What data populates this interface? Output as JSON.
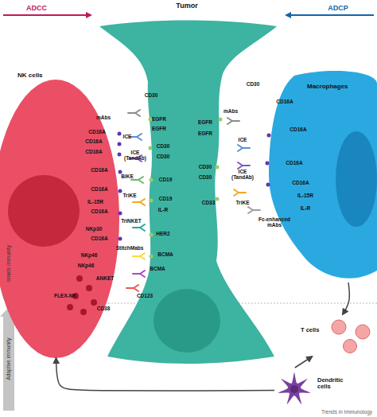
{
  "diagram": {
    "nodes": [
      {
        "text": [
          "Tumor"
        ]
      },
      {
        "text": [
          "NK cells"
        ]
      },
      {
        "text": [
          "Macrophages"
        ]
      },
      {
        "text": [
          "T cells"
        ]
      },
      {
        "text": [
          "Dendritic cells"
        ]
      }
    ],
    "edges": [
      {
        "from": 2,
        "to": 3,
        "arrow": "to"
      },
      {
        "from": 4,
        "to": 3,
        "arrow": "to"
      },
      {
        "from": 4,
        "to": 1,
        "arrow": "to"
      }
    ],
    "labels": [
      "ADCC",
      "ADCP",
      "CD30",
      "mAbs",
      "EGFR",
      "EGFR",
      "CD16A",
      "ICE",
      "CD16A",
      "CD30",
      "CD16A",
      "ICE (TandAb)",
      "CD30",
      "CD16A",
      "BiKE",
      "CD19",
      "CD16A",
      "TriKE",
      "CD19",
      "IL-15R",
      "CD16A",
      "IL-R",
      "TriNKET",
      "NKp30",
      "HER2",
      "CD16A",
      "StitchMabs",
      "BCMA",
      "NKp46",
      "NKp46",
      "BCMA",
      "ANKET",
      "FLEX-NK",
      "CD123",
      "CD38",
      "CD30",
      "CD16A",
      "mAbs",
      "EGFR",
      "EGFR",
      "CD16A",
      "ICE",
      "CD16A",
      "CD30",
      "ICE (TandAb)",
      "CD30",
      "CD16A",
      "IL-15R",
      "CD33",
      "TriKE",
      "IL-R",
      "Fc-enhanced mAbs",
      "Innate immunity",
      "Adaptive immunity",
      "Trends in Immunology"
    ]
  }
}
